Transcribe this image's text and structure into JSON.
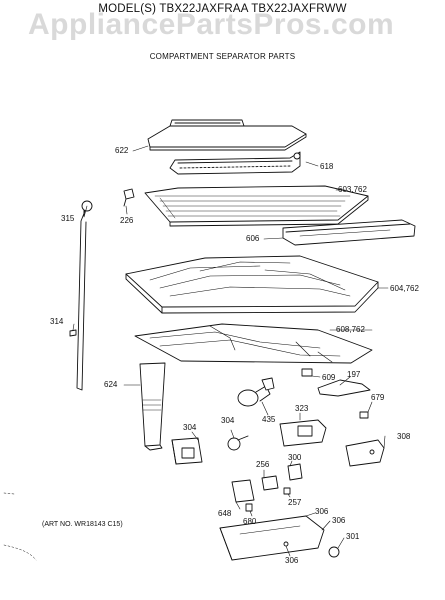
{
  "watermark": "AppliancePartsPros.com",
  "model_line": "MODEL(S) TBX22JAXFRAA  TBX22JAXFRWW",
  "subtitle": "COMPARTMENT SEPARATOR PARTS",
  "art_number": "(ART NO. WR18143 C15)",
  "parts": [
    {
      "key": "p622",
      "label": "622"
    },
    {
      "key": "p618",
      "label": "618"
    },
    {
      "key": "p603",
      "label": "603,762"
    },
    {
      "key": "p315",
      "label": "315"
    },
    {
      "key": "p226",
      "label": "226"
    },
    {
      "key": "p606",
      "label": "606"
    },
    {
      "key": "p604",
      "label": "604,762"
    },
    {
      "key": "p314",
      "label": "314"
    },
    {
      "key": "p608",
      "label": "608,762"
    },
    {
      "key": "p624",
      "label": "624"
    },
    {
      "key": "p609",
      "label": "609"
    },
    {
      "key": "p197",
      "label": "197"
    },
    {
      "key": "p679",
      "label": "679"
    },
    {
      "key": "p323",
      "label": "323"
    },
    {
      "key": "p435",
      "label": "435"
    },
    {
      "key": "p304a",
      "label": "304"
    },
    {
      "key": "p304b",
      "label": "304"
    },
    {
      "key": "p308",
      "label": "308"
    },
    {
      "key": "p256",
      "label": "256"
    },
    {
      "key": "p300",
      "label": "300"
    },
    {
      "key": "p257",
      "label": "257"
    },
    {
      "key": "p648",
      "label": "648"
    },
    {
      "key": "p680",
      "label": "680"
    },
    {
      "key": "p306a",
      "label": "306"
    },
    {
      "key": "p306b",
      "label": "306"
    },
    {
      "key": "p301",
      "label": "301"
    },
    {
      "key": "p306c",
      "label": "306"
    }
  ]
}
